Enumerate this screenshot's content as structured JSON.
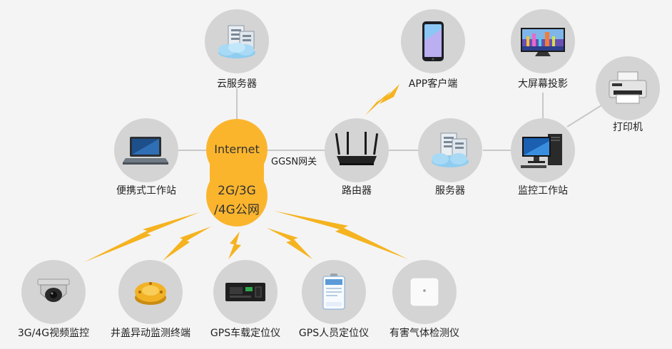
{
  "colors": {
    "hub": "#fbb52d",
    "bolt": "#f5b320",
    "node_bg": "#d4d4d4",
    "line": "#c8c8c8",
    "background": "#f4f4f4"
  },
  "hub": {
    "internet": "Internet",
    "mobile_line1": "2G/3G",
    "mobile_line2": "/4G公网"
  },
  "gateway_label": "GGSN网关",
  "nodes": {
    "cloud_server": {
      "label": "云服务器",
      "icon": "cloud-server-icon"
    },
    "laptop": {
      "label": "便携式工作站",
      "icon": "laptop-icon"
    },
    "app": {
      "label": "APP客户端",
      "icon": "smartphone-icon"
    },
    "router": {
      "label": "路由器",
      "icon": "router-icon"
    },
    "server": {
      "label": "服务器",
      "icon": "server-icon"
    },
    "screen": {
      "label": "大屏幕投影",
      "icon": "tv-screen-icon"
    },
    "monitor_station": {
      "label": "监控工作站",
      "icon": "desktop-pc-icon"
    },
    "printer": {
      "label": "打印机",
      "icon": "printer-icon"
    },
    "camera": {
      "label": "3G/4G视频监控",
      "icon": "dome-camera-icon"
    },
    "manhole": {
      "label": "井盖异动监测终端",
      "icon": "manhole-sensor-icon"
    },
    "vehicle_gps": {
      "label": "GPS车载定位仪",
      "icon": "vehicle-gps-icon"
    },
    "personnel_gps": {
      "label": "GPS人员定位仪",
      "icon": "personnel-badge-icon"
    },
    "gas_detector": {
      "label": "有害气体检测仪",
      "icon": "gas-detector-icon"
    }
  }
}
